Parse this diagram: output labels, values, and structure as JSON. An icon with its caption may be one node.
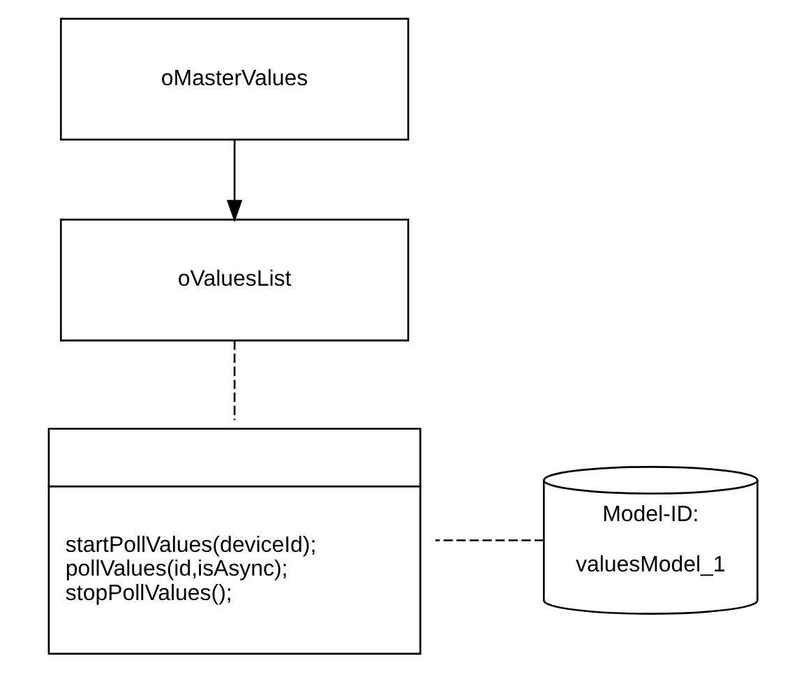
{
  "diagram": {
    "nodes": [
      {
        "text": [
          "oMasterValues"
        ]
      },
      {
        "text": [
          "oValuesList"
        ]
      },
      {
        "text": [
          "Model-ID:",
          "valuesModel_1"
        ]
      },
      {
        "text": [
          "startPollValues(deviceId);",
          "pollValues(id,isAsync);",
          "stopPollValues();"
        ]
      }
    ],
    "edges": [
      {
        "from": 0,
        "to": 1,
        "arrow": "to"
      },
      {
        "from": 1,
        "to": 3,
        "arrow": "none",
        "style": "dashed"
      },
      {
        "from": 2,
        "to": 3,
        "arrow": "none",
        "style": "dashed"
      }
    ]
  }
}
